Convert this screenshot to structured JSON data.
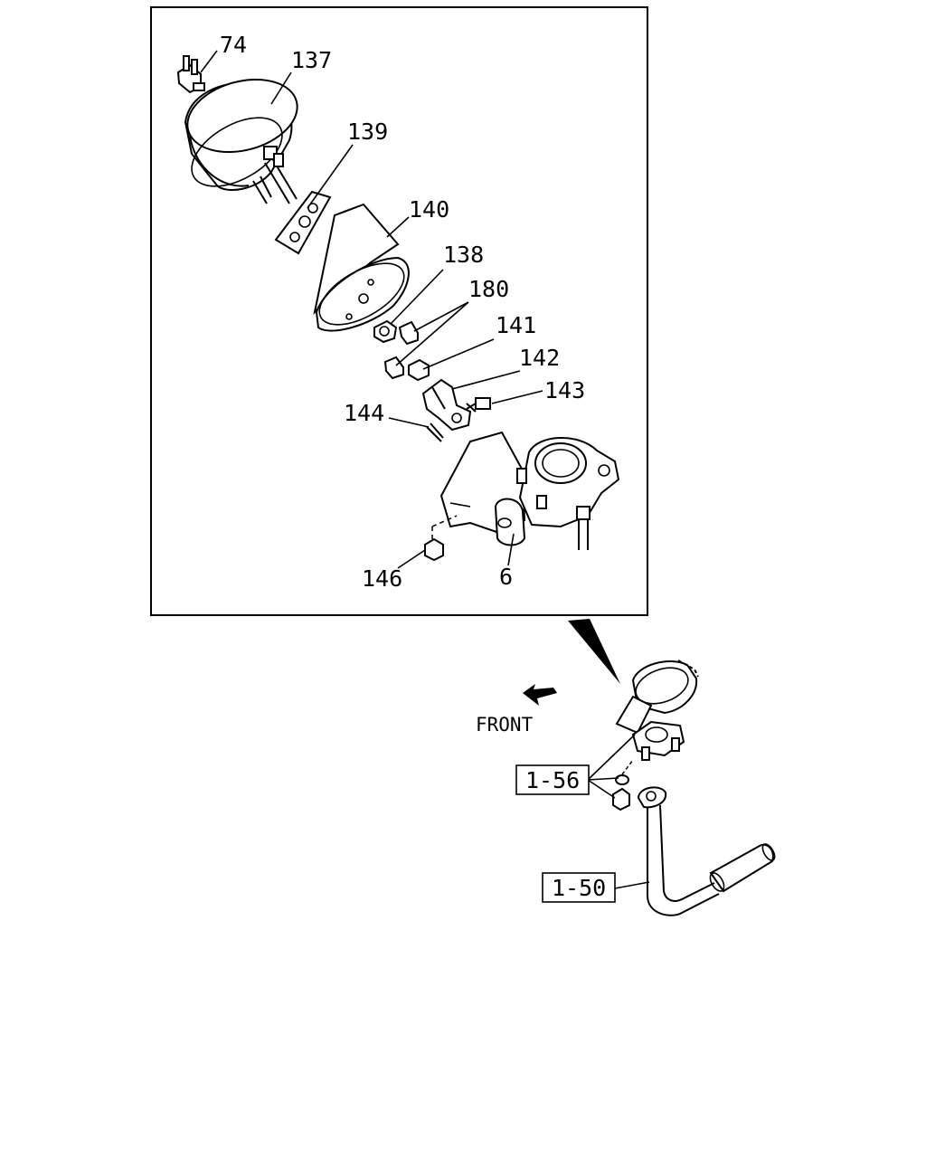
{
  "callouts": {
    "p74": "74",
    "p137": "137",
    "p139": "139",
    "p140": "140",
    "p138": "138",
    "p180": "180",
    "p141": "141",
    "p142": "142",
    "p143": "143",
    "p144": "144",
    "p146": "146",
    "p6": "6"
  },
  "front_label": "FRONT",
  "references": {
    "r156": "1-56",
    "r150": "1-50"
  }
}
